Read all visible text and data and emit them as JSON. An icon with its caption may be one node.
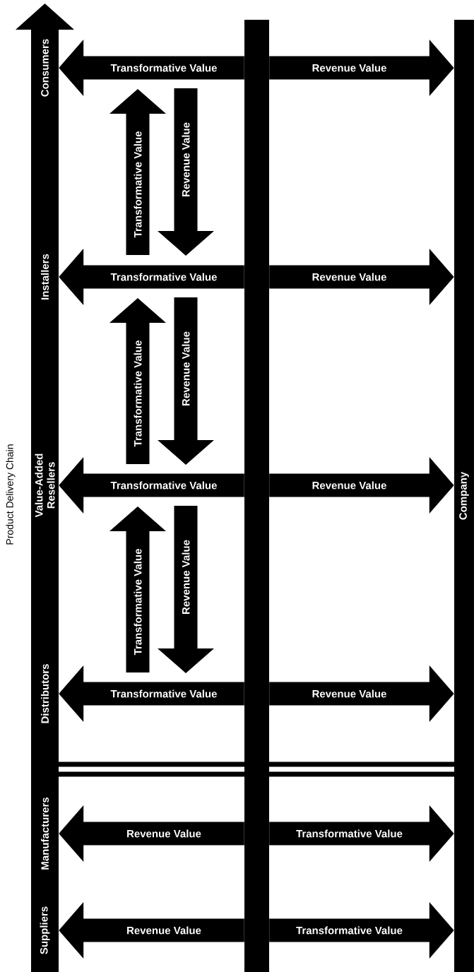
{
  "diagram": {
    "nodes": [
      {
        "text": [],
        "shape": "arrow",
        "beside": [
          "Product Delivery Chain"
        ]
      },
      {
        "text": [
          "Consumers"
        ],
        "in": 0
      },
      {
        "text": [
          "Installers"
        ],
        "in": 0
      },
      {
        "text": [
          "Value-Added Resellers"
        ],
        "in": 0
      },
      {
        "text": [
          "Distributors"
        ],
        "in": 0
      },
      {
        "text": [
          "Manufacturers"
        ],
        "in": 0
      },
      {
        "text": [
          "Suppliers"
        ],
        "in": 0
      },
      {
        "text": [],
        "shape": "bar"
      },
      {
        "text": [
          "Company"
        ]
      }
    ],
    "edges": [
      {
        "from": 7,
        "to": 1,
        "arrow": "to",
        "label": "Transformative Value"
      },
      {
        "from": 7,
        "to": 8,
        "arrow": "to",
        "label": "Revenue Value"
      },
      {
        "from": 7,
        "to": 2,
        "arrow": "to",
        "label": "Transformative Value"
      },
      {
        "from": 7,
        "to": 8,
        "arrow": "to",
        "label": "Revenue Value"
      },
      {
        "from": 7,
        "to": 3,
        "arrow": "to",
        "label": "Transformative Value"
      },
      {
        "from": 7,
        "to": 8,
        "arrow": "to",
        "label": "Revenue Value"
      },
      {
        "from": 7,
        "to": 4,
        "arrow": "to",
        "label": "Transformative Value"
      },
      {
        "from": 7,
        "to": 8,
        "arrow": "to",
        "label": "Revenue Value"
      },
      {
        "from": 7,
        "to": 5,
        "arrow": "to",
        "label": "Revenue Value"
      },
      {
        "from": 7,
        "to": 8,
        "arrow": "to",
        "label": "Transformative Value"
      },
      {
        "from": 7,
        "to": 6,
        "arrow": "to",
        "label": "Revenue Value"
      },
      {
        "from": 7,
        "to": 8,
        "arrow": "to",
        "label": "Transformative Value"
      }
    ],
    "labels": [
      "Transformative Value",
      "Revenue Value",
      "Transformative Value",
      "Revenue Value",
      "Transformative Value",
      "Revenue Value"
    ]
  }
}
